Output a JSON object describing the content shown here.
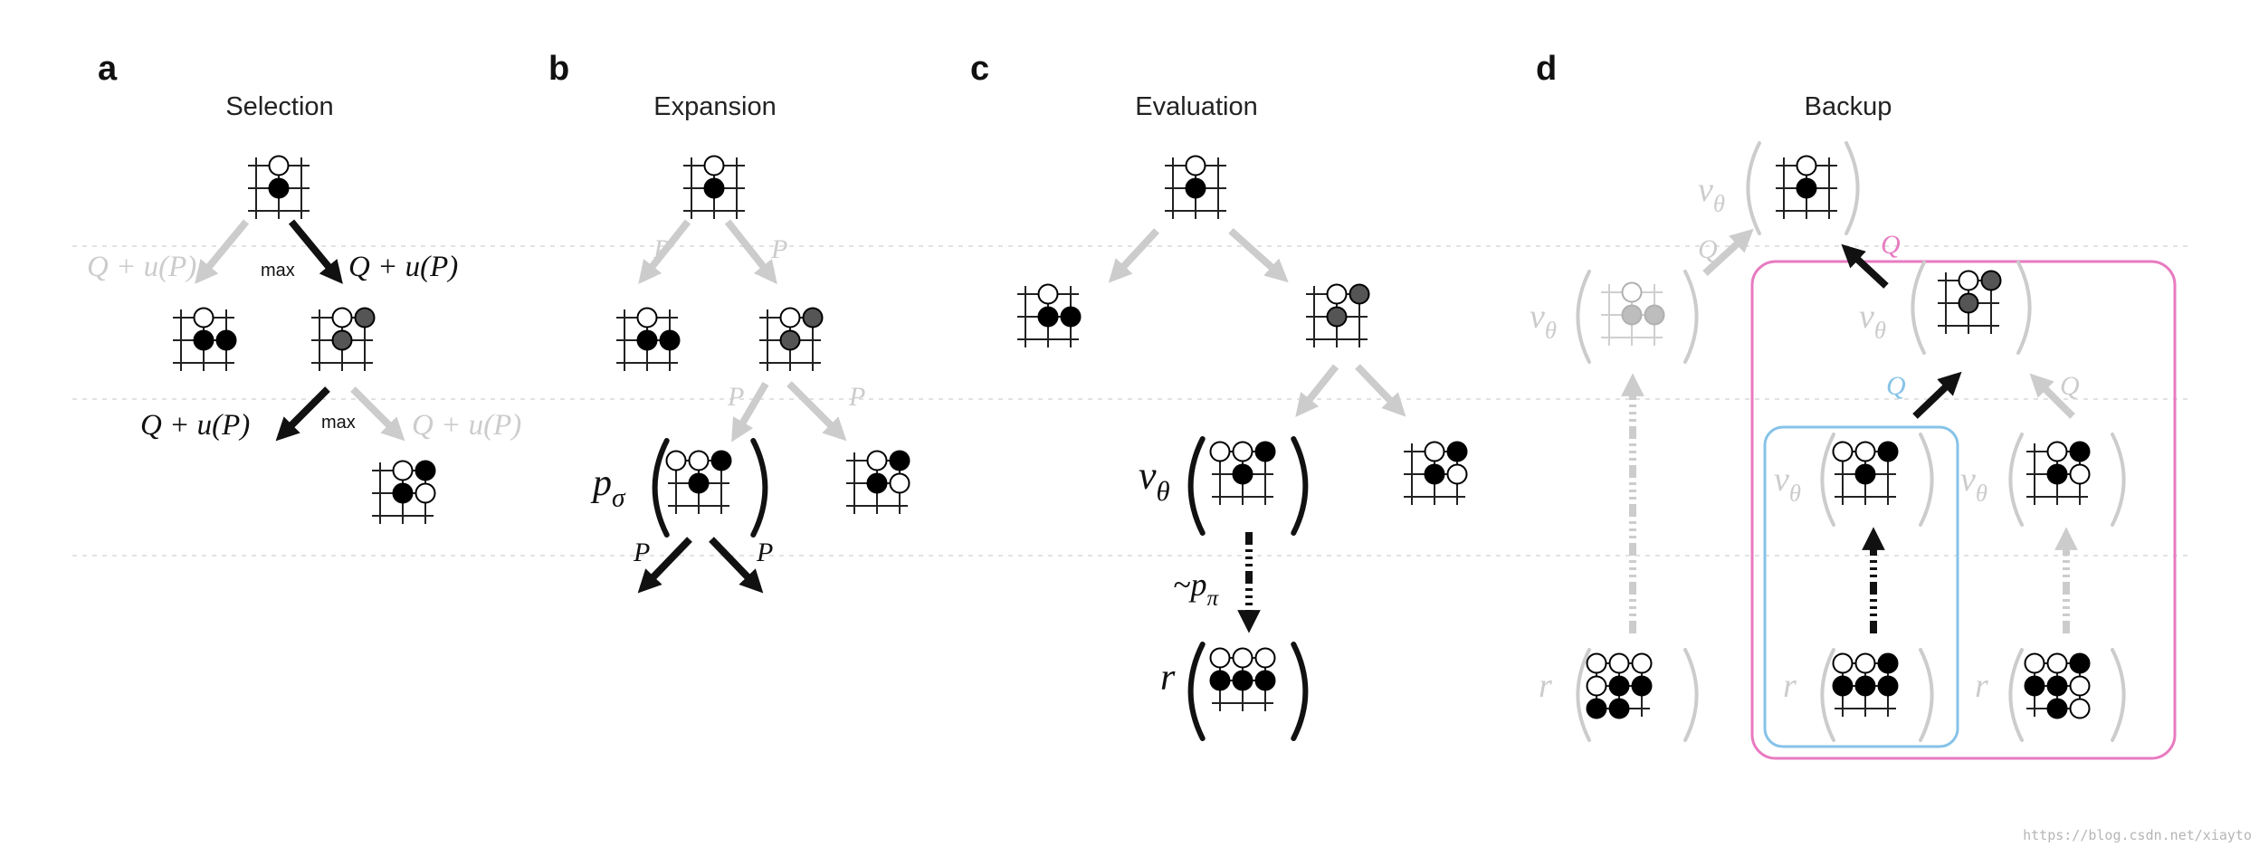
{
  "panels": {
    "a": {
      "letter": "a",
      "title": "Selection"
    },
    "b": {
      "letter": "b",
      "title": "Expansion"
    },
    "c": {
      "letter": "c",
      "title": "Evaluation"
    },
    "d": {
      "letter": "d",
      "title": "Backup"
    }
  },
  "labels": {
    "q_plus_u": "Q + u(P)",
    "max": "max",
    "p": "P",
    "q": "Q",
    "p_sigma": "p",
    "p_sigma_sub": "σ",
    "v": "v",
    "v_sub": "θ",
    "tilde_p": "~p",
    "tilde_p_sub": "π",
    "r": "r"
  },
  "colors": {
    "dark": "#111111",
    "gray": "#cccccc",
    "pink": "#e87ac0",
    "blue": "#86c3e8",
    "divider": "#e2e2e2"
  },
  "watermark": "https://blog.csdn.net/xiayto"
}
